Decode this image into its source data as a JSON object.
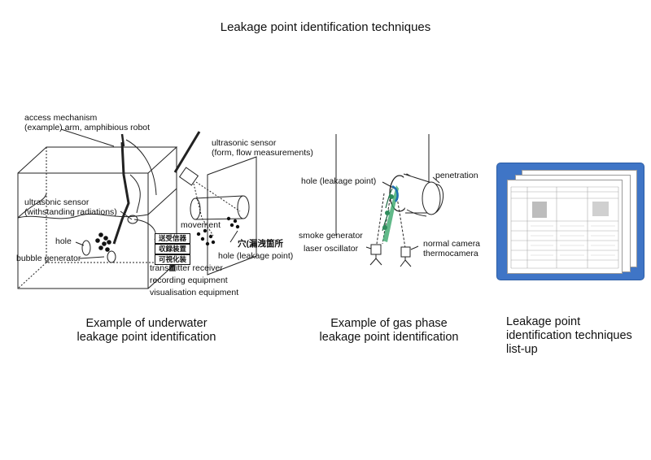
{
  "title": "Leakage point identification techniques",
  "underwater": {
    "labels": {
      "access": "access mechanism\n(example) arm, amphibious robot",
      "ultrasonic_top": "ultrasonic sensor\n(form, flow measurements)",
      "ultrasonic_side": "ultrasonic sensor\n(withstanding radiations)",
      "movement": "movement",
      "hole": "hole",
      "bubble": "bubble generator",
      "jp_hole": "穴(漏洩箇所",
      "hole_leak": "hole (leakage point)",
      "transmitter": "transmitter receiver",
      "recording": "recording equipment",
      "visualisation": "visualisation equipment"
    },
    "jp_boxes": [
      "送受信器",
      "収録装置",
      "可視化装置"
    ],
    "caption": "Example of underwater\nleakage point identification"
  },
  "gas": {
    "labels": {
      "hole": "hole (leakage point)",
      "penetration": "penetration",
      "smoke": "smoke generator",
      "laser": "laser oscillator",
      "camera": "normal camera",
      "thermo": "thermocamera"
    },
    "caption": "Example of gas phase\nleakage point identification"
  },
  "listup": {
    "caption": "Leakage point\nidentification techniques\nlist-up"
  },
  "colors": {
    "frame": "#3f75c6",
    "beam": "#3aa86b",
    "line": "#222222"
  }
}
